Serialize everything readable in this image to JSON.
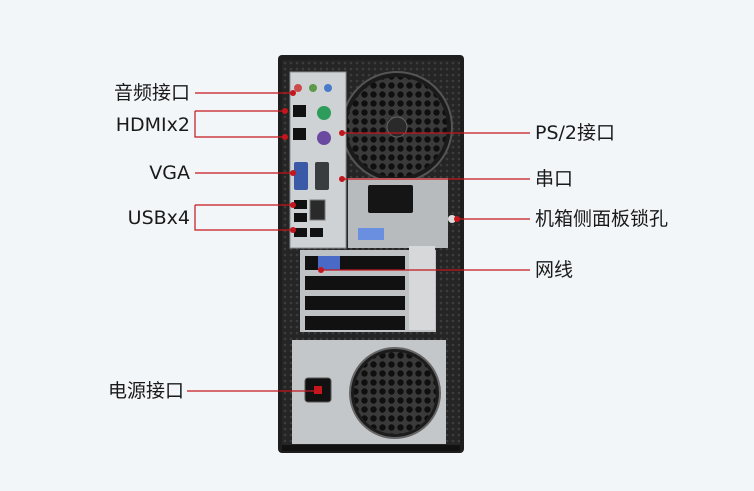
{
  "diagram": {
    "left_labels": {
      "audio": "音频接口",
      "hdmi": "HDMIx2",
      "vga": "VGA",
      "usb": "USBx4",
      "power": "电源接口"
    },
    "right_labels": {
      "ps2": "PS/2接口",
      "serial": "串口",
      "lock": "机箱侧面板锁孔",
      "network": "网线"
    },
    "colors": {
      "background": "#f3f6f9",
      "callout_line": "#c4161c",
      "chassis": "#1e1e1e",
      "panel": "#cfd2d4",
      "text": "#1a1a1a"
    }
  }
}
